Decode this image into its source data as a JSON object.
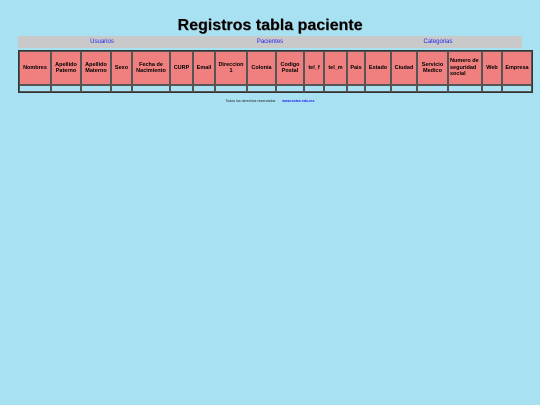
{
  "page": {
    "title": "Registros tabla paciente"
  },
  "nav": {
    "items": [
      "Usuarios",
      "Pacientes",
      "Categorias"
    ]
  },
  "table": {
    "headers": [
      "Nombres",
      "Apellido Paterno",
      "Apellido Materno",
      "Sexo",
      "Fecha de Nacimiento",
      "CURP",
      "Email",
      "Direccion 1",
      "Colonia",
      "Codigo Postal",
      "tel_f",
      "tel_m",
      "Pais",
      "Estado",
      "Ciudad",
      "Servicio Medico",
      "Numero de seguridad social",
      "Web",
      "Empresa"
    ]
  },
  "footer": {
    "text": "Todos los derechos reservados",
    "link": "www.sotse.edu.mx"
  }
}
